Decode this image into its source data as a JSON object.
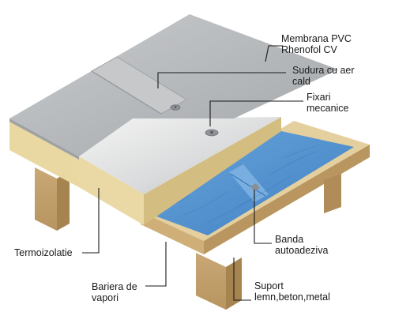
{
  "labels": {
    "membrana": {
      "line1": "Membrana PVC",
      "line2": "Rhenofol CV"
    },
    "sudura": {
      "line1": "Sudura cu aer",
      "line2": "cald"
    },
    "fixari": {
      "line1": "Fixari",
      "line2": "mecanice"
    },
    "termoizolatie": {
      "line1": "Termoizolatie"
    },
    "banda": {
      "line1": "Banda",
      "line2": "autoadeziva"
    },
    "bariera": {
      "line1": "Bariera de",
      "line2": "vapori"
    },
    "suport": {
      "line1": "Suport",
      "line2": "lemn,beton,metal"
    }
  },
  "colors": {
    "membrane": "#b9bcbf",
    "insulation": "#e8d9a6",
    "vapor_barrier": "#4d8fd0",
    "wood": "#d9bc8c"
  }
}
